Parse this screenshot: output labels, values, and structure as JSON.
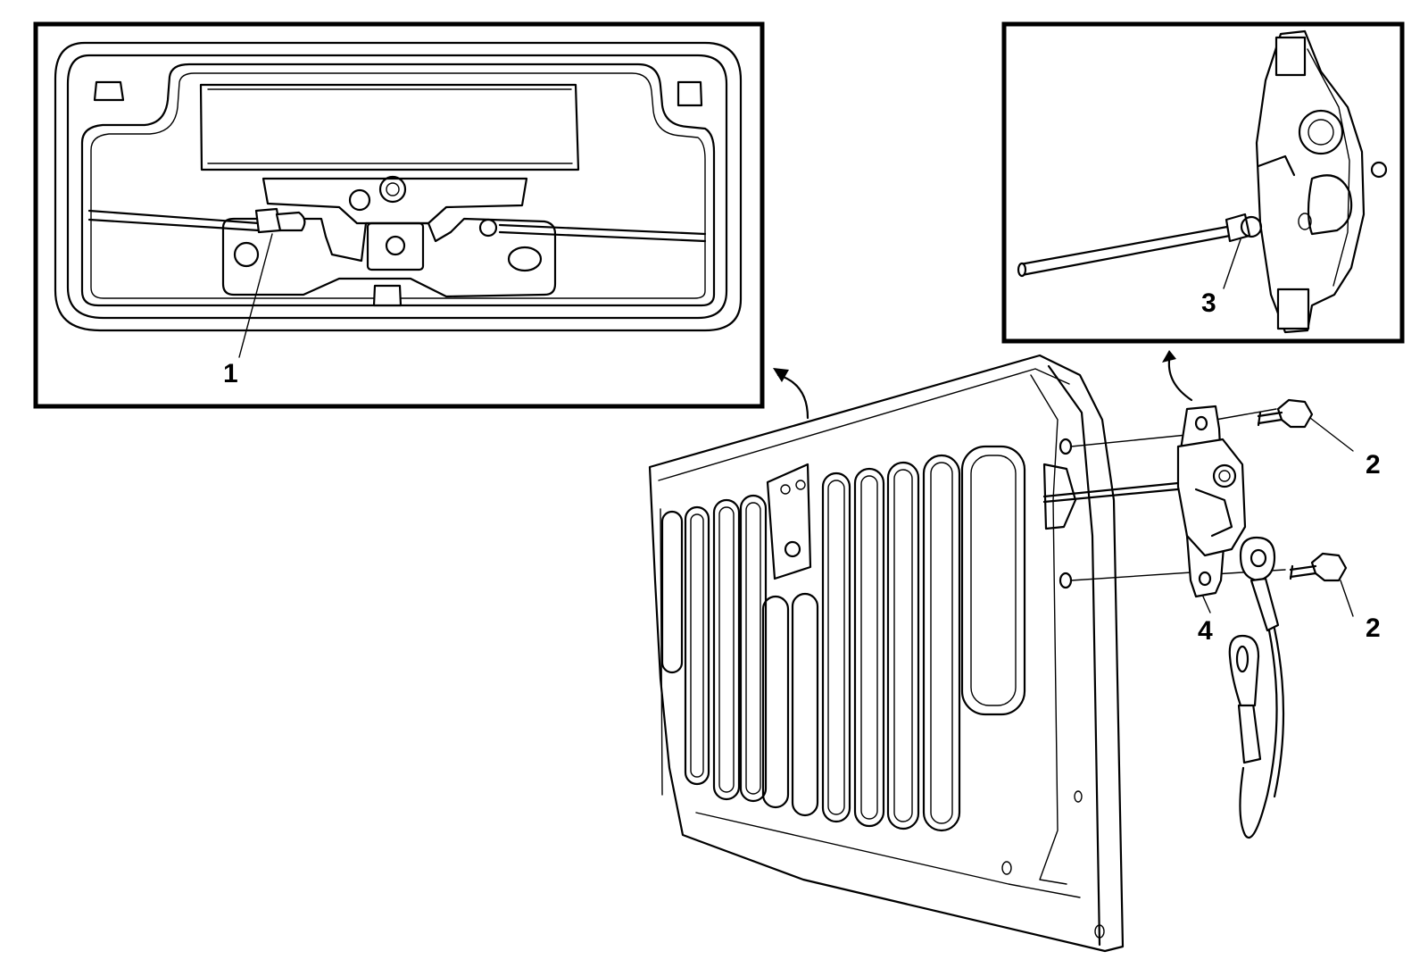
{
  "callouts": [
    {
      "id": "1",
      "label": "1"
    },
    {
      "id": "2a",
      "label": "2"
    },
    {
      "id": "2b",
      "label": "2"
    },
    {
      "id": "3",
      "label": "3"
    },
    {
      "id": "4",
      "label": "4"
    }
  ],
  "colors": {
    "line": "#000000",
    "background": "#ffffff"
  }
}
